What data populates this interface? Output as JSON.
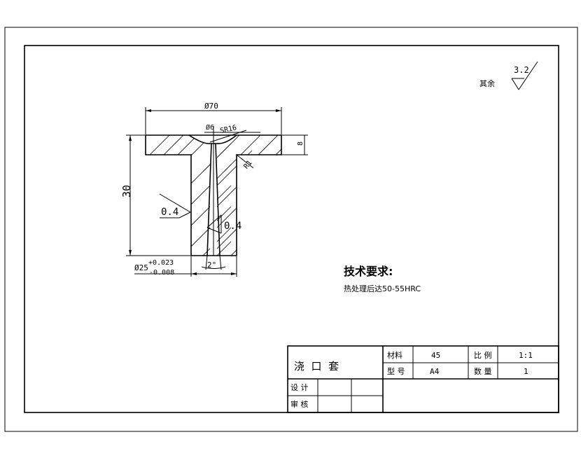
{
  "roughness": {
    "default_label": "其余",
    "default_value": "3.2"
  },
  "dimensions": {
    "outer_diameter": "Ø70",
    "bore_diameter": "Ø6",
    "sphere_radius": "SR16",
    "flange_thickness": "8",
    "fillet": "R1",
    "height": "30",
    "shank_diameter": "Ø25",
    "tol_upper": "+0.023",
    "tol_lower": "-0.008",
    "taper_angle": "2°",
    "ra_left": "0.4",
    "ra_inner": "0.4"
  },
  "requirements": {
    "title": "技术要求:",
    "items": [
      "热处理后达50-55HRC"
    ]
  },
  "title_block": {
    "part_name": "浇  口  套",
    "material_label": "材料",
    "material_value": "45",
    "scale_label": "比 例",
    "scale_value": "1:1",
    "type_label": "型 号",
    "type_value": "A4",
    "qty_label": "数 量",
    "qty_value": "1",
    "design_label": "设 计",
    "review_label": "审 核"
  }
}
